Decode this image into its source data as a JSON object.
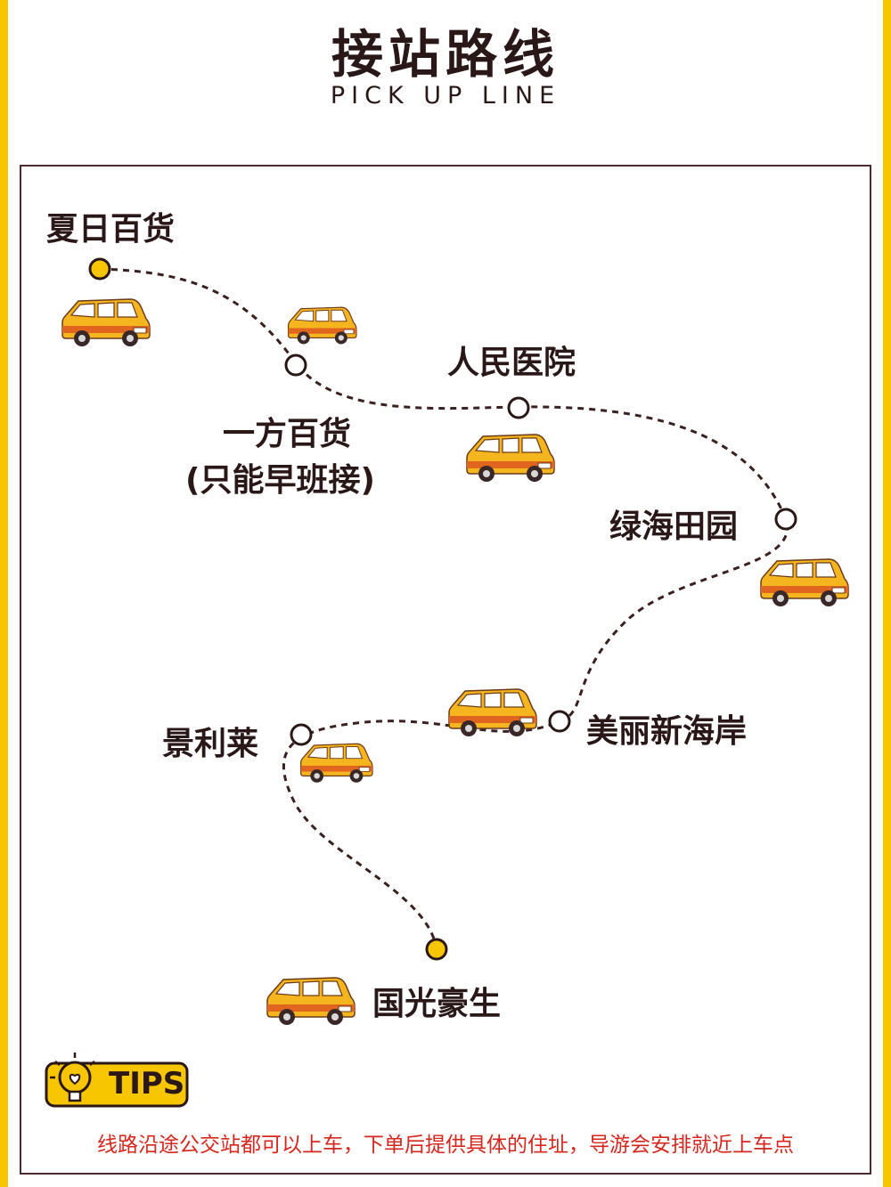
{
  "header": {
    "title": "接站路线",
    "subtitle": "PICK UP LINE"
  },
  "stops": [
    {
      "label": "夏日百货",
      "type": "terminal"
    },
    {
      "label": "一方百货",
      "note": "(只能早班接)",
      "type": "waypoint"
    },
    {
      "label": "人民医院",
      "type": "waypoint"
    },
    {
      "label": "绿海田园",
      "type": "waypoint"
    },
    {
      "label": "美丽新海岸",
      "type": "waypoint"
    },
    {
      "label": "景利莱",
      "type": "waypoint"
    },
    {
      "label": "国光豪生",
      "type": "terminal"
    }
  ],
  "tips": {
    "badge": "TIPS",
    "text": "线路沿途公交站都可以上车，下单后提供具体的住址，导游会安排就近上车点"
  },
  "colors": {
    "accent": "#f7c600",
    "dark": "#2a1818",
    "route": "#3a2020",
    "tip_text": "#d7261e",
    "car_body": "#f5b51e",
    "car_stripe": "#e0651e"
  }
}
